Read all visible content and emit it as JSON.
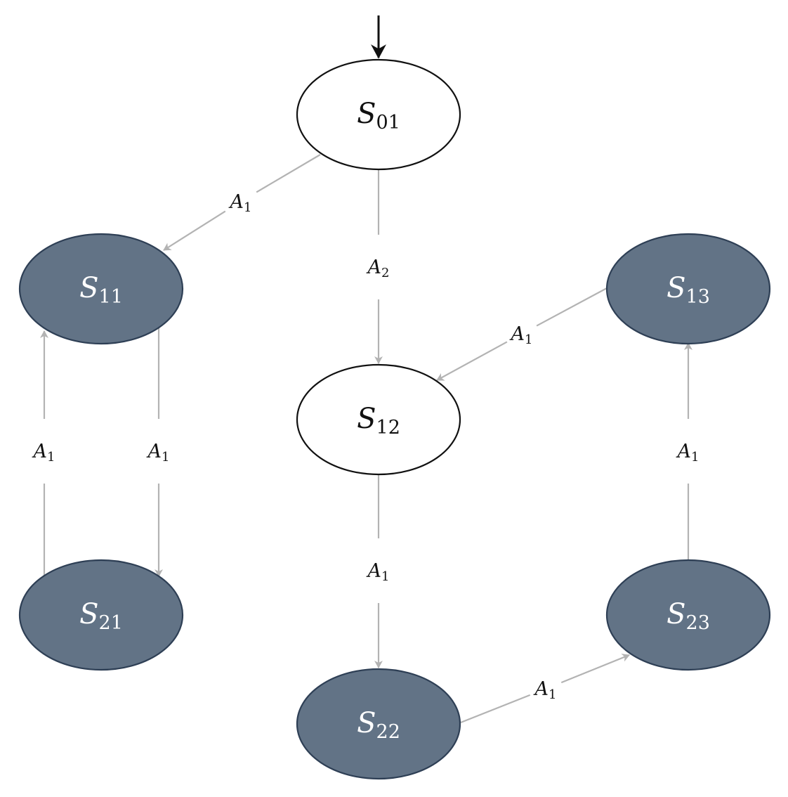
{
  "diagram": {
    "type": "state-transition-graph",
    "nodes": [
      {
        "id": "S01",
        "name": "S",
        "sub": "01",
        "style": "white",
        "initial": true
      },
      {
        "id": "S11",
        "name": "S",
        "sub": "11",
        "style": "dark"
      },
      {
        "id": "S12",
        "name": "S",
        "sub": "12",
        "style": "white"
      },
      {
        "id": "S13",
        "name": "S",
        "sub": "13",
        "style": "dark"
      },
      {
        "id": "S21",
        "name": "S",
        "sub": "21",
        "style": "dark"
      },
      {
        "id": "S22",
        "name": "S",
        "sub": "22",
        "style": "dark"
      },
      {
        "id": "S23",
        "name": "S",
        "sub": "23",
        "style": "dark"
      }
    ],
    "edges": [
      {
        "from": "S01",
        "to": "S11",
        "label": "A",
        "sub": "1"
      },
      {
        "from": "S01",
        "to": "S12",
        "label": "A",
        "sub": "2"
      },
      {
        "from": "S13",
        "to": "S12",
        "label": "A",
        "sub": "1"
      },
      {
        "from": "S21",
        "to": "S11",
        "label": "A",
        "sub": "1"
      },
      {
        "from": "S11",
        "to": "S21",
        "label": "A",
        "sub": "1"
      },
      {
        "from": "S12",
        "to": "S22",
        "label": "A",
        "sub": "1"
      },
      {
        "from": "S22",
        "to": "S23",
        "label": "A",
        "sub": "1"
      },
      {
        "from": "S23",
        "to": "S13",
        "label": "A",
        "sub": "1"
      }
    ],
    "colors": {
      "state_fill_white": "#ffffff",
      "state_fill_dark": "#627386",
      "state_stroke_dark": "#2e3f55",
      "edge_color": "#b3b3b3",
      "initial_arrow_color": "#111111"
    }
  }
}
